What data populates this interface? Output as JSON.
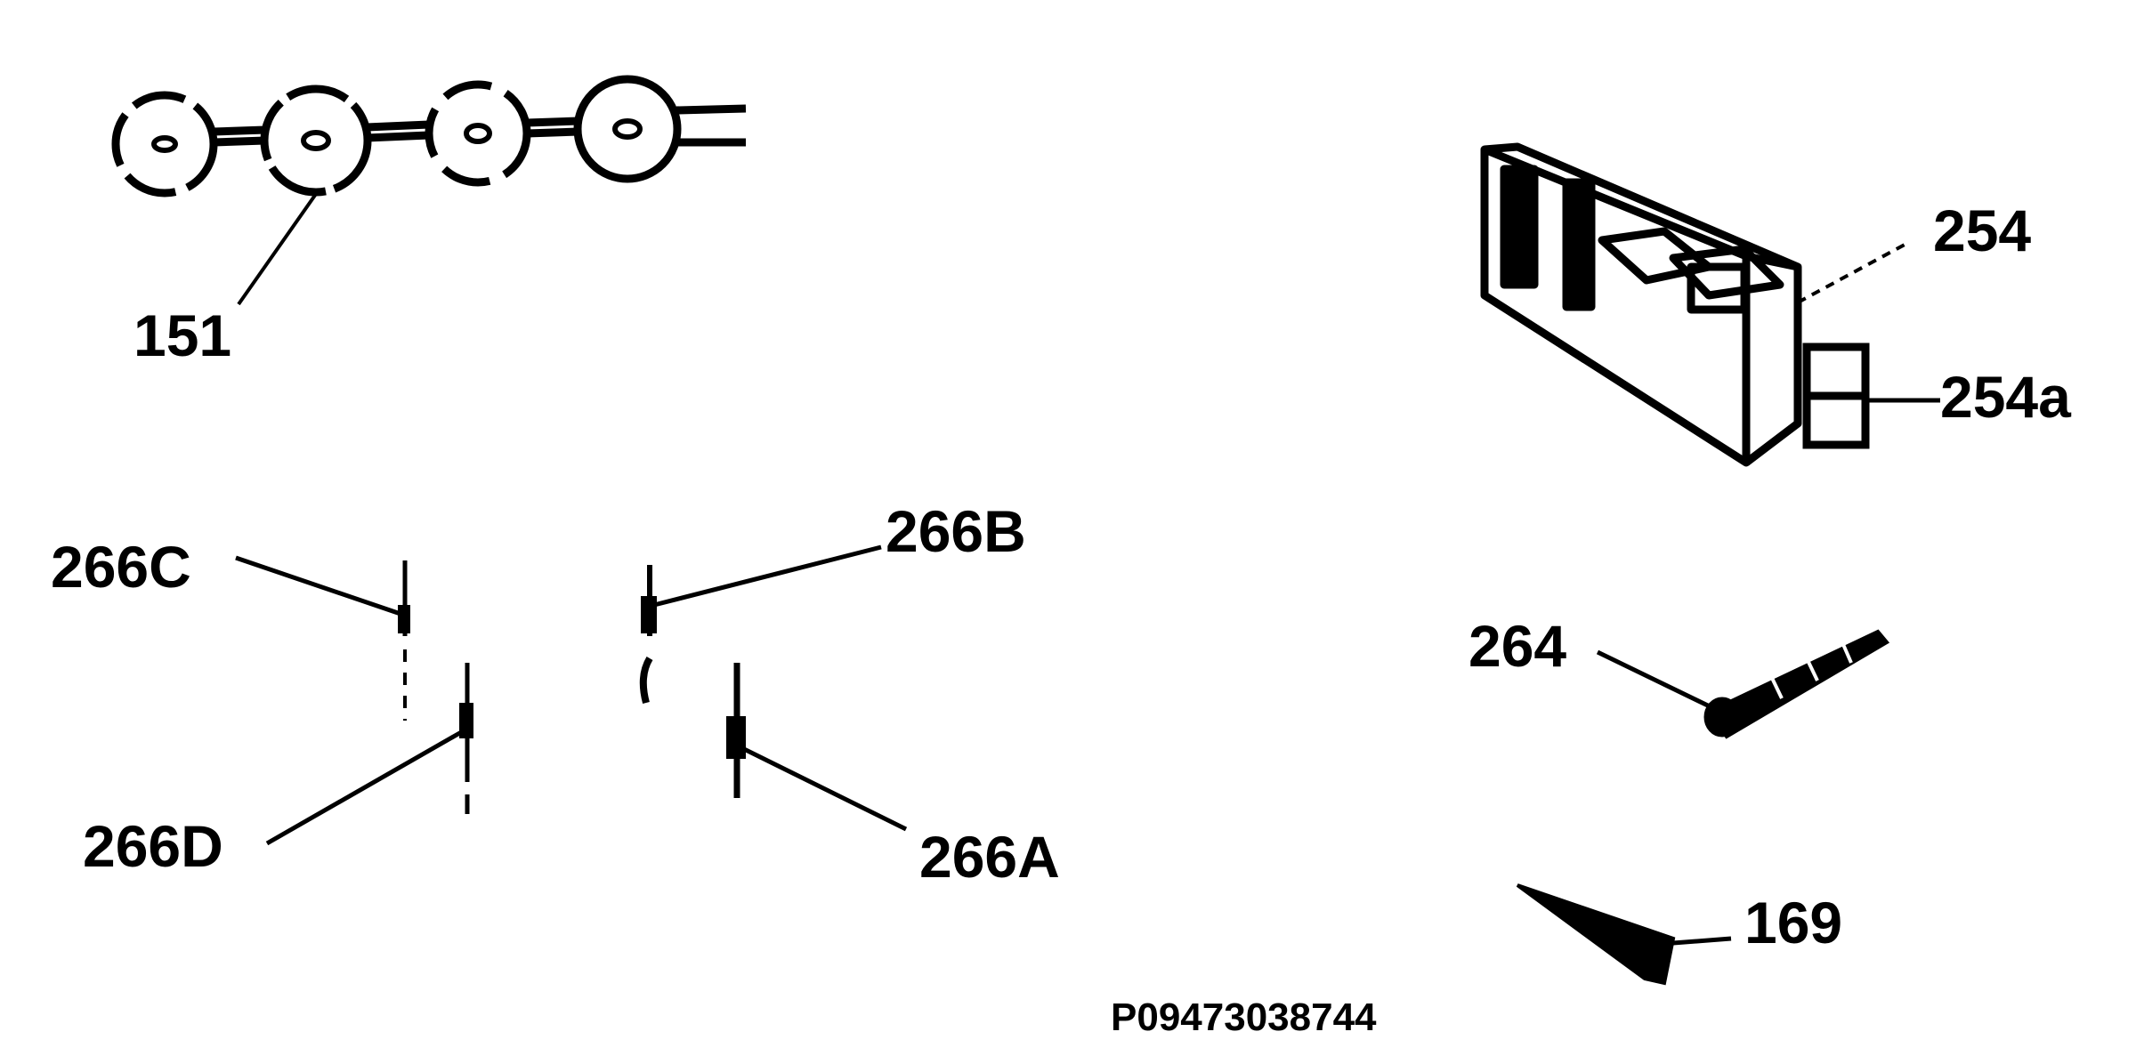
{
  "diagram": {
    "parts": [
      {
        "id": "151",
        "label": "151",
        "icon": "chain-link-icon"
      },
      {
        "id": "254",
        "label": "254",
        "icon": "relay-box-icon"
      },
      {
        "id": "254a",
        "label": "254a",
        "icon": "connector-tab-icon"
      },
      {
        "id": "266A",
        "label": "266A",
        "icon": "clip-icon"
      },
      {
        "id": "266B",
        "label": "266B",
        "icon": "clip-icon"
      },
      {
        "id": "266C",
        "label": "266C",
        "icon": "clip-icon"
      },
      {
        "id": "266D",
        "label": "266D",
        "icon": "clip-icon"
      },
      {
        "id": "264",
        "label": "264",
        "icon": "screw-icon"
      },
      {
        "id": "169",
        "label": "169",
        "icon": "wedge-icon"
      }
    ],
    "drawing_number": "P09473038744",
    "ink_color": "#000000",
    "background_color": "#ffffff"
  }
}
